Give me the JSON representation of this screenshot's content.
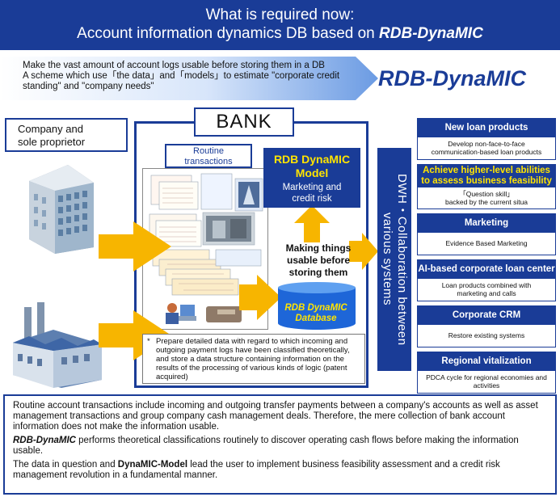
{
  "header": {
    "line1": "What is required now:",
    "line2_prefix": "Account information dynamics DB based on ",
    "line2_brand": "RDB-DynaMIC"
  },
  "intro": {
    "line1": "Make the vast amount of account logs usable before storing them in a DB",
    "line2": "A scheme which use「the data」and「models」to estimate \"corporate credit standing\" and \"company needs\"",
    "brand": "RDB-DynaMIC"
  },
  "company": {
    "label_line1": "Company and",
    "label_line2": "sole proprietor"
  },
  "bank": {
    "title": "BANK",
    "routine_label_line1": "Routine",
    "routine_label_line2": "transactions",
    "model_title_line1": "RDB DynaMIC",
    "model_title_line2": "Model",
    "model_sub_line1": "Marketing and",
    "model_sub_line2": "credit risk",
    "making_line1": "Making things",
    "making_line2": "usable before",
    "making_line3": "storing them",
    "db_line1": "RDB DynaMIC",
    "db_line2": "Database",
    "note_star": "*",
    "note": "Prepare detailed data with regard to which incoming and outgoing payment logs have been classified theoretically, and store a data structure containing information on the results of the processing of various kinds of logic (patent acquired)"
  },
  "dwh": {
    "label_line1": "DWH・Collaboration between",
    "label_line2": "various systems"
  },
  "right_items": [
    {
      "title": "New loan products",
      "desc_line1": "Develop non-face-to-face",
      "desc_line2": "communication-based loan products"
    },
    {
      "title_line1": "Achieve higher-level abilities",
      "title_line2": "to assess business feasibility",
      "desc_line1": "「Question skill」",
      "desc_line2": "backed by the current situa"
    },
    {
      "title": "Marketing",
      "desc_line1": "Evidence Based Marketing"
    },
    {
      "title": "AI-based corporate loan center",
      "desc_line1": "Loan products combined with",
      "desc_line2": "marketing and calls"
    },
    {
      "title": "Corporate CRM",
      "desc_line1": "Restore existing systems"
    },
    {
      "title": "Regional vitalization",
      "desc_line1": "PDCA cycle for regional economies and",
      "desc_line2": "activities"
    }
  ],
  "bottom": {
    "p1": "Routine account transactions include incoming and outgoing transfer payments between a company's accounts as well as asset management transactions and group company cash management deals. Therefore, the mere collection of bank account information does not make the information usable.",
    "p2_brand": "RDB-DynaMIC",
    "p2_rest": " performs theoretical classifications routinely to discover operating cash flows before making the information usable.",
    "p3_prefix": "The data in question and ",
    "p3_bold": "DynaMIC-Model",
    "p3_rest": " lead the user to implement business feasibility assessment and a credit risk management revolution in a fundamental manner."
  },
  "colors": {
    "navy": "#1a3c97",
    "accent_yellow": "#ffe400",
    "arrow_yellow": "#f7b500",
    "banner_blue": "#6b9be3"
  }
}
